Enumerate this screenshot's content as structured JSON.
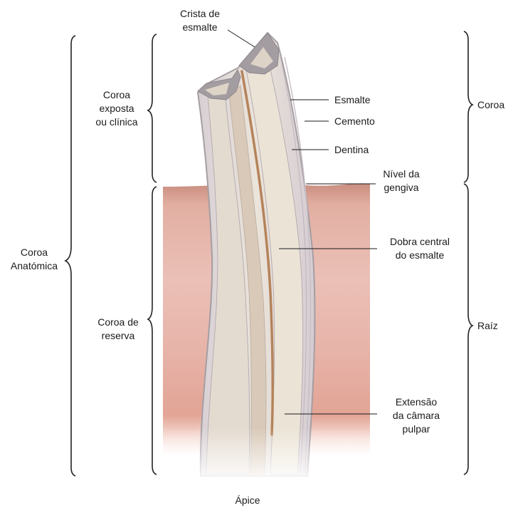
{
  "labels": {
    "crista": [
      "Crista de",
      "esmalte"
    ],
    "coroa_exposta": [
      "Coroa",
      "exposta",
      "ou clínica"
    ],
    "esmalte": "Esmalte",
    "cemento": "Cemento",
    "dentina": "Dentina",
    "coroa": "Coroa",
    "nivel_gengiva": [
      "Nível da",
      "gengiva"
    ],
    "coroa_anatomica": [
      "Coroa",
      "Anatómica"
    ],
    "dobra_central": [
      "Dobra central",
      "do esmalte"
    ],
    "coroa_reserva": [
      "Coroa de",
      "reserva"
    ],
    "raiz": "Raíz",
    "extensao": [
      "Extensão",
      "da câmara",
      "pulpar"
    ],
    "apice": "Ápice"
  },
  "colors": {
    "gum_top": "#c98d7e",
    "gum_mid": "#e8b9b0",
    "gum_bottom": "#f3cfc5",
    "tooth_outline": "#a59ea3",
    "cementum": "#d8d0d6",
    "dentin": "#e9e1d5",
    "pulp": "#ddcfc0",
    "enamel_fold": "#b5835a",
    "bracket": "#222222"
  }
}
